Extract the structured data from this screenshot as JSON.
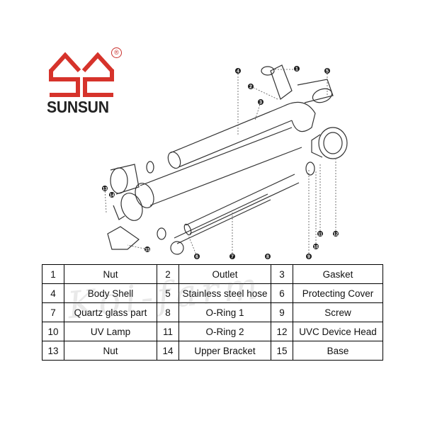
{
  "brand": {
    "name": "SUNSUN",
    "registered_mark": "®",
    "logo_color": "#d6332b"
  },
  "callouts": [
    "1",
    "2",
    "3",
    "4",
    "5",
    "6",
    "7",
    "8",
    "9",
    "10",
    "11",
    "12",
    "13",
    "14",
    "15"
  ],
  "parts_table": {
    "rows": [
      [
        {
          "num": "1",
          "name": "Nut"
        },
        {
          "num": "2",
          "name": "Outlet"
        },
        {
          "num": "3",
          "name": "Gasket"
        }
      ],
      [
        {
          "num": "4",
          "name": "Body Shell"
        },
        {
          "num": "5",
          "name": "Stainless steel hose"
        },
        {
          "num": "6",
          "name": "Protecting Cover"
        }
      ],
      [
        {
          "num": "7",
          "name": "Quartz glass part"
        },
        {
          "num": "8",
          "name": "O-Ring 1"
        },
        {
          "num": "9",
          "name": "Screw"
        }
      ],
      [
        {
          "num": "10",
          "name": "UV Lamp"
        },
        {
          "num": "11",
          "name": "O-Ring 2"
        },
        {
          "num": "12",
          "name": "UVC Device Head"
        }
      ],
      [
        {
          "num": "13",
          "name": "Nut"
        },
        {
          "num": "14",
          "name": "Upper Bracket"
        },
        {
          "num": "15",
          "name": "Base"
        }
      ]
    ]
  },
  "watermark": "Koi-farm"
}
